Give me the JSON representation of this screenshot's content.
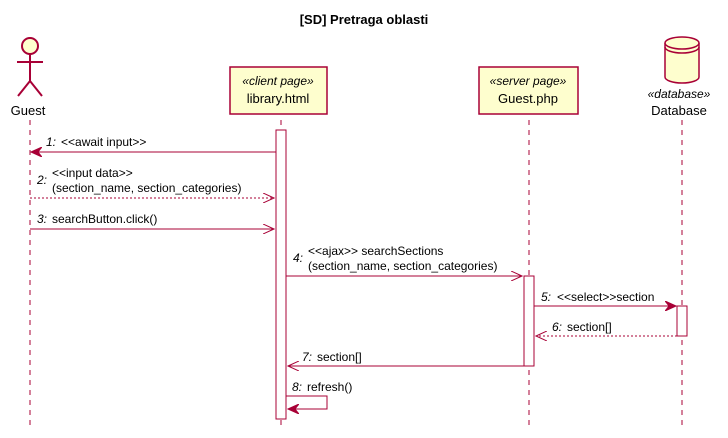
{
  "title": "[SD] Pretraga oblasti",
  "participants": {
    "guest": {
      "name": "Guest"
    },
    "library": {
      "stereotype": "«client page»",
      "name": "library.html"
    },
    "server": {
      "stereotype": "«server page»",
      "name": "Guest.php"
    },
    "database": {
      "stereotype": "«database»",
      "name": "Database"
    }
  },
  "messages": [
    {
      "num": "1:",
      "lines": [
        "<<await input>>"
      ]
    },
    {
      "num": "2:",
      "lines": [
        "<<input data>>",
        "(section_name, section_categories)"
      ]
    },
    {
      "num": "3:",
      "lines": [
        "searchButton.click()"
      ]
    },
    {
      "num": "4:",
      "lines": [
        "<<ajax>> searchSections",
        "(section_name, section_categories)"
      ]
    },
    {
      "num": "5:",
      "lines": [
        "<<select>>section"
      ]
    },
    {
      "num": "6:",
      "lines": [
        "section[]"
      ]
    },
    {
      "num": "7:",
      "lines": [
        "section[]"
      ]
    },
    {
      "num": "8:",
      "lines": [
        "refresh()"
      ]
    }
  ],
  "colors": {
    "line": "#A80036",
    "box_fill": "#FEFECE"
  }
}
